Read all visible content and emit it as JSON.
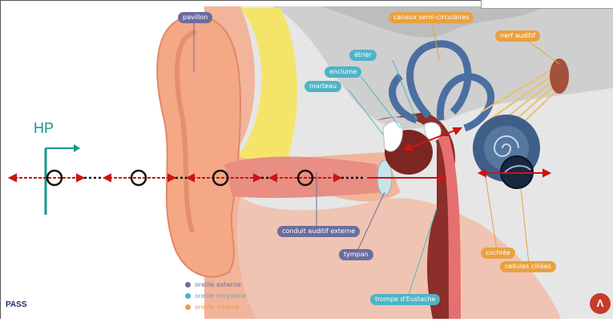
{
  "labels": {
    "pavillon": "pavillon",
    "canaux": "canaux semi-circulaires",
    "etrier": "étrier",
    "nerf": "nerf auditif",
    "enclume": "enclume",
    "marteau": "marteau",
    "conduit": "conduit auditif externe",
    "tympan": "tympan",
    "trompe": "trompe d'Eustache",
    "cochlee": "cochlée",
    "cellules": "cellules ciliées"
  },
  "legend": [
    {
      "label": "oreille externe",
      "color": "#6b6d9e"
    },
    {
      "label": "oreille moyenne",
      "color": "#4fb4c6"
    },
    {
      "label": "oreille interne",
      "color": "#e9a13f"
    }
  ],
  "overlay": {
    "hp_label": "HP",
    "pass_label": "PASS"
  },
  "colors": {
    "arrow": "#cc1414",
    "hp": "#17968e",
    "outer_ear": "#6b6d9e",
    "middle_ear": "#4fb4c6",
    "inner_ear": "#e9a13f",
    "skin": "#f2b49b",
    "bone": "#d8d8d8",
    "fat": "#f5e46a"
  }
}
